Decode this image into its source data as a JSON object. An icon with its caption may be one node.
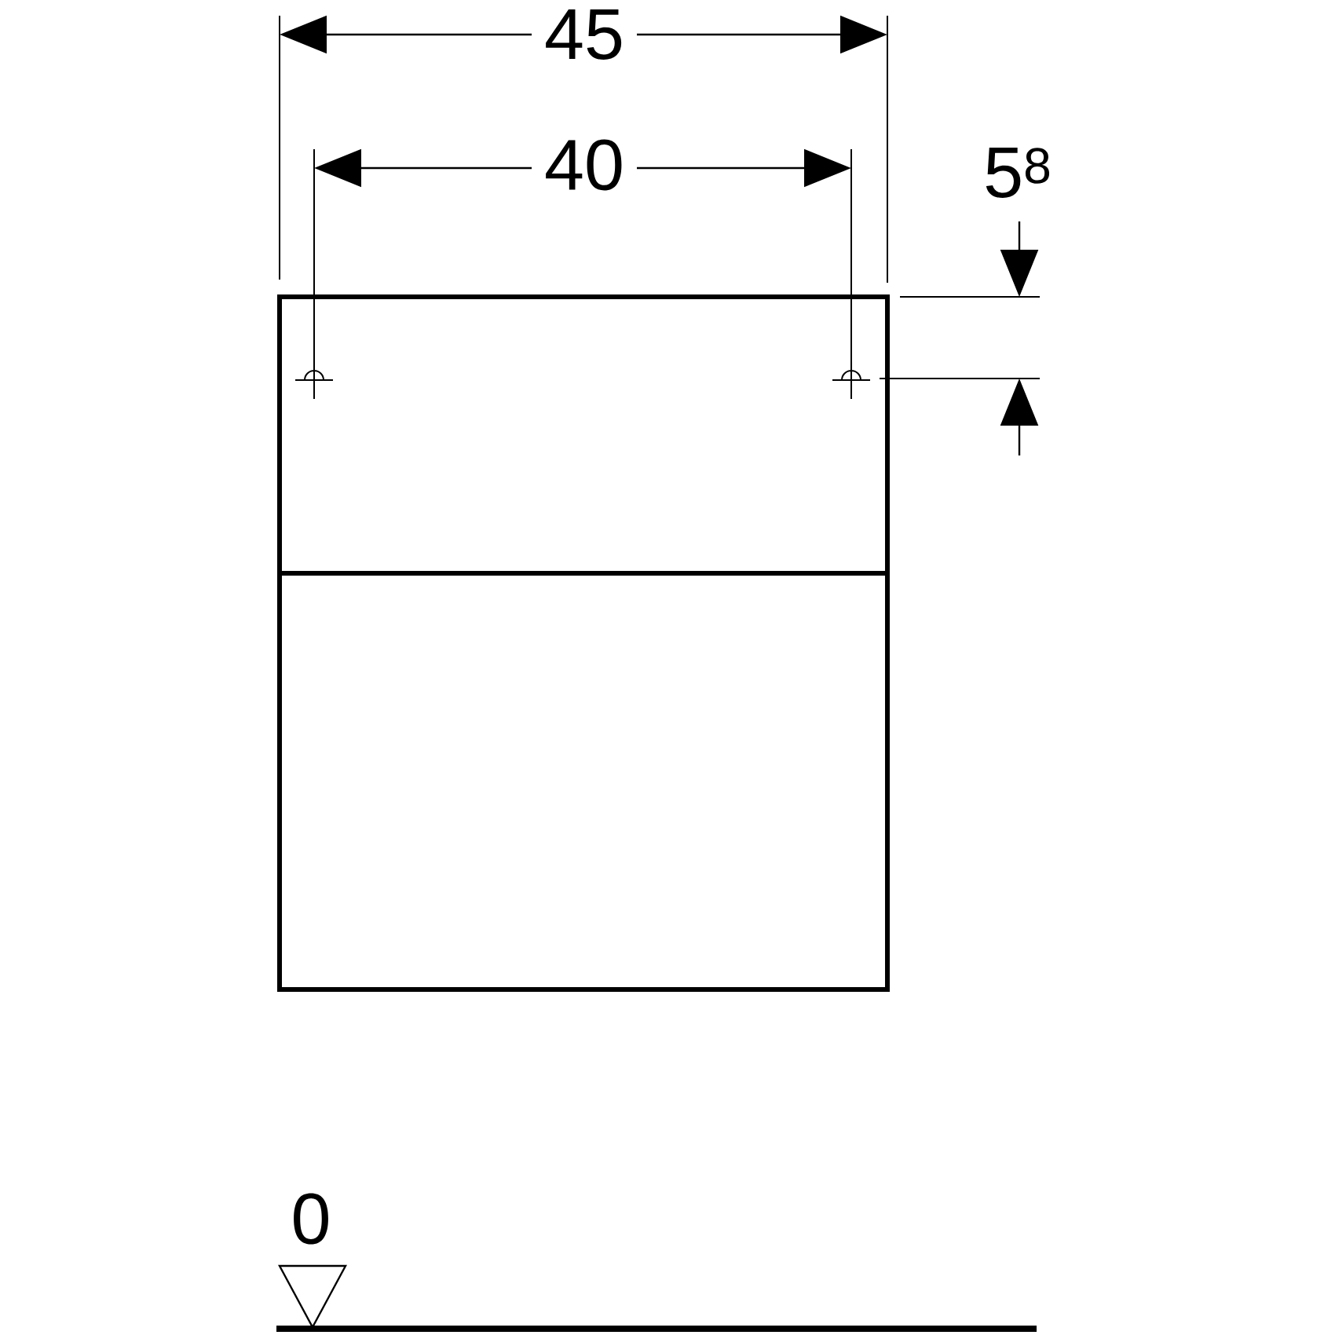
{
  "diagram": {
    "labels": [
      "45",
      "40",
      "5$^{8}$",
      "0"
    ]
  }
}
